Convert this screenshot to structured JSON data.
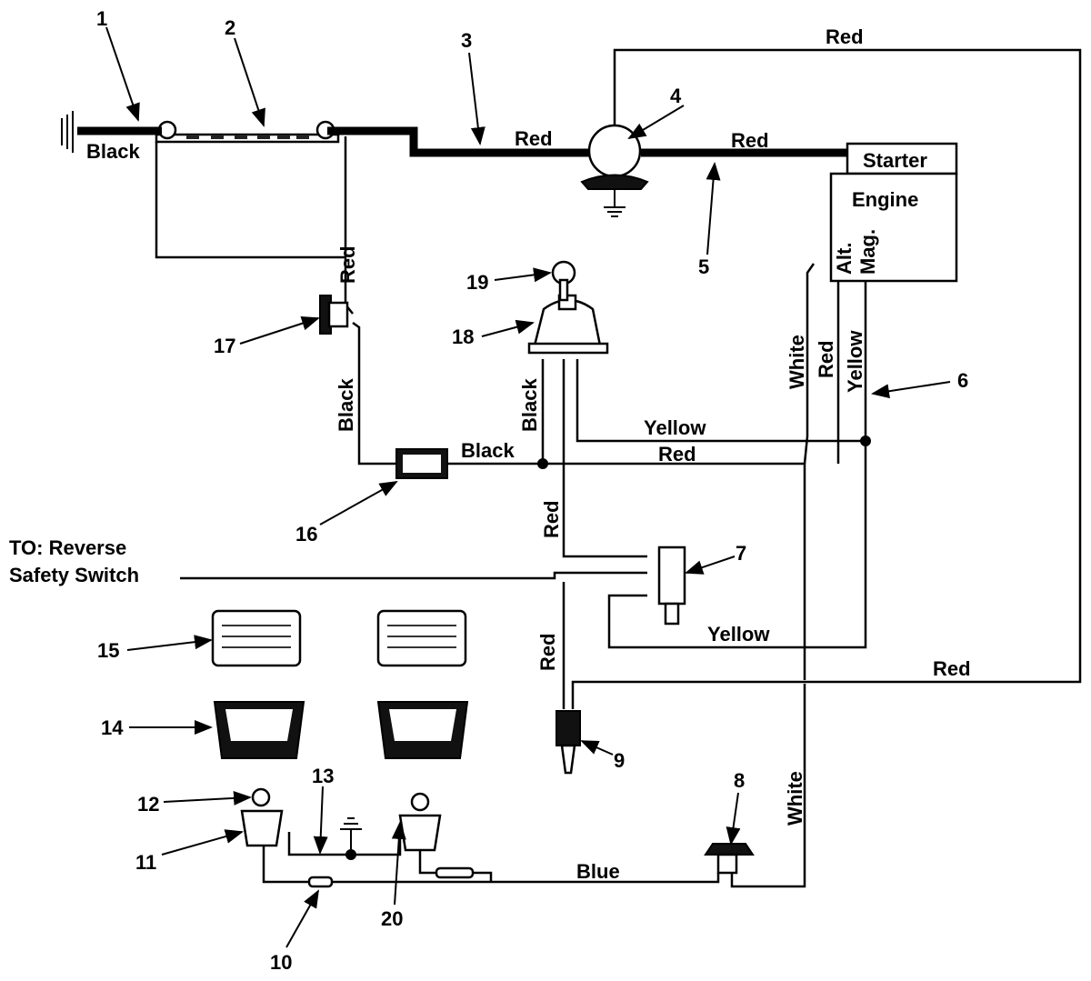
{
  "callouts": [
    "1",
    "2",
    "3",
    "4",
    "5",
    "6",
    "7",
    "8",
    "9",
    "10",
    "11",
    "12",
    "13",
    "14",
    "15",
    "16",
    "17",
    "18",
    "19",
    "20"
  ],
  "components": {
    "starter": "Starter",
    "engine": "Engine",
    "alt": "Alt.",
    "mag": "Mag."
  },
  "note": {
    "line1": "TO: Reverse",
    "line2": "Safety Switch"
  },
  "wires": {
    "ground_black": "Black",
    "battery_red": "Red",
    "solenoid_red": "Red",
    "top_red": "Red",
    "battery_red_vertical": "Red",
    "ammeter_black_vertical": "Black",
    "switch_black_vertical": "Black",
    "ammeter_black": "Black",
    "yellow_horizontal": "Yellow",
    "red_horizontal": "Red",
    "switch_red_vertical": "Red",
    "engine_white": "White",
    "engine_red": "Red",
    "engine_yellow": "Yellow",
    "lower_yellow": "Yellow",
    "lower_red": "Red",
    "socket_red_vertical": "Red",
    "lower_white": "White",
    "blue": "Blue"
  }
}
